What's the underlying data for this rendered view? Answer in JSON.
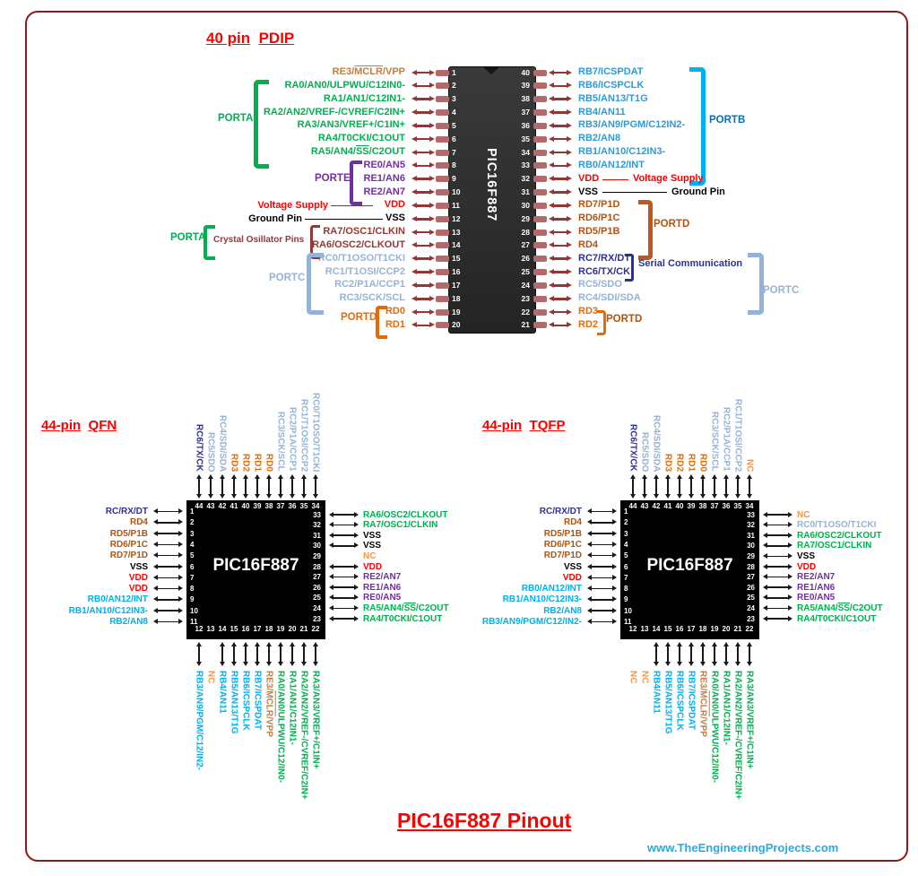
{
  "titles": {
    "pdip_1": "40 pin",
    "pdip_2": "PDIP",
    "qfn_1": "44-pin",
    "qfn_2": "QFN",
    "tqfp_1": "44-pin",
    "tqfp_2": "TQFP",
    "main": "PIC16F887 Pinout",
    "website": "www.TheEngineeringProjects.com"
  },
  "chip_name": "PIC16F887",
  "colors": {
    "green": "#00B050",
    "purple": "#7030A0",
    "red": "#FF0000",
    "black": "#000000",
    "maroon": "#953735",
    "steel": "#95B3D7",
    "cyan": "#00B0F0",
    "skyblue": "#2E9BD6",
    "navy": "#2E3192",
    "orange": "#E36C09",
    "brown": "#B4530F",
    "tan": "#C07F45",
    "nc": "#F79646",
    "portb_label": "#0070C0",
    "portd_bracket": "#C0571E",
    "arrow_maroon": "#943634",
    "arrow_black": "#1a1a1a",
    "stub": "#B26A6A",
    "chip_pdip": "#2e2e2e",
    "chip_black": "#000000",
    "url": "#29ABE2",
    "frame": "#8B1A1A",
    "title_red": "#FF0000"
  },
  "pdip": {
    "left_pins": [
      [
        1,
        "RE3/MCLR/VPP",
        "tan"
      ],
      [
        2,
        "RA0/AN0/ULPWU/C12IN0-",
        "green"
      ],
      [
        3,
        "RA1/AN1/C12IN1-",
        "green"
      ],
      [
        4,
        "RA2/AN2/VREF-/CVREF/C2IN+",
        "green"
      ],
      [
        5,
        "RA3/AN3/VREF+/C1IN+",
        "green"
      ],
      [
        6,
        "RA4/T0CKI/C1OUT",
        "green"
      ],
      [
        7,
        "RA5/AN4/SS/C2OUT",
        "green"
      ],
      [
        8,
        "RE0/AN5",
        "purple"
      ],
      [
        9,
        "RE1/AN6",
        "purple"
      ],
      [
        10,
        "RE2/AN7",
        "purple"
      ],
      [
        11,
        "VDD",
        "red"
      ],
      [
        12,
        "VSS",
        "black"
      ],
      [
        13,
        "RA7/OSC1/CLKIN",
        "maroon"
      ],
      [
        14,
        "RA6/OSC2/CLKOUT",
        "maroon"
      ],
      [
        15,
        "RC0/T1OSO/T1CKI",
        "steel"
      ],
      [
        16,
        "RC1/T1OSI/CCP2",
        "steel"
      ],
      [
        17,
        "RC2/P1A/CCP1",
        "steel"
      ],
      [
        18,
        "RC3/SCK/SCL",
        "steel"
      ],
      [
        19,
        "RD0",
        "orange"
      ],
      [
        20,
        "RD1",
        "orange"
      ]
    ],
    "right_pins": [
      [
        40,
        "RB7/ICSPDAT",
        "skyblue"
      ],
      [
        39,
        "RB6/ICSPCLK",
        "skyblue"
      ],
      [
        38,
        "RB5/AN13/T1G",
        "skyblue"
      ],
      [
        37,
        "RB4/AN11",
        "skyblue"
      ],
      [
        36,
        "RB3/AN9/PGM/C12IN2-",
        "skyblue"
      ],
      [
        35,
        "RB2/AN8",
        "skyblue"
      ],
      [
        34,
        "RB1/AN10/C12IN3-",
        "skyblue"
      ],
      [
        33,
        "RB0/AN12/INT",
        "skyblue"
      ],
      [
        32,
        "VDD",
        "red"
      ],
      [
        31,
        "VSS",
        "black"
      ],
      [
        30,
        "RD7/P1D",
        "brown"
      ],
      [
        29,
        "RD6/P1C",
        "brown"
      ],
      [
        28,
        "RD5/P1B",
        "brown"
      ],
      [
        27,
        "RD4",
        "brown"
      ],
      [
        26,
        "RC7/RX/DT",
        "navy"
      ],
      [
        25,
        "RC6/TX/CK",
        "navy"
      ],
      [
        24,
        "RC5/SDO",
        "steel"
      ],
      [
        23,
        "RC4/SDI/SDA",
        "steel"
      ],
      [
        22,
        "RD3",
        "orange"
      ],
      [
        21,
        "RD2",
        "orange"
      ]
    ],
    "left_groups": [
      {
        "label": "PORTA",
        "color": "green"
      },
      {
        "label": "PORTE",
        "color": "purple"
      },
      {
        "label": "PORTA",
        "color": "green"
      },
      {
        "label": "Crystal Osillator Pins",
        "color": "maroon"
      },
      {
        "label": "PORTC",
        "color": "steel"
      },
      {
        "label": "PORTD",
        "color": "orange"
      }
    ],
    "right_groups": [
      {
        "label": "PORTB",
        "color": "portb_label"
      },
      {
        "label": "PORTD",
        "color": "brown"
      },
      {
        "label": "Serial Communication",
        "color": "navy"
      },
      {
        "label": "PORTC",
        "color": "steel"
      },
      {
        "label": "PORTD",
        "color": "brown"
      }
    ],
    "annotations": {
      "voltage": {
        "text": "Voltage Supply",
        "color": "red"
      },
      "ground": {
        "text": "Ground Pin",
        "color": "black"
      }
    }
  },
  "qfn": {
    "top_nums": [
      44,
      43,
      42,
      41,
      40,
      39,
      38,
      37,
      36,
      35,
      34
    ],
    "left_nums": [
      1,
      2,
      3,
      4,
      5,
      6,
      7,
      8,
      9,
      10,
      11
    ],
    "right_nums": [
      33,
      32,
      31,
      30,
      29,
      28,
      27,
      26,
      25,
      24,
      23
    ],
    "bottom_nums": [
      12,
      13,
      14,
      15,
      16,
      17,
      18,
      19,
      20,
      21,
      22
    ],
    "top_pins": [
      [
        "RC6/TX/CK",
        "navy"
      ],
      [
        "RC5/SDO",
        "steel"
      ],
      [
        "RC4/SDI/SDA",
        "steel"
      ],
      [
        "RD3",
        "orange"
      ],
      [
        "RD2",
        "orange"
      ],
      [
        "RD1",
        "orange"
      ],
      [
        "RD0",
        "orange"
      ],
      [
        "RC3/SCK/SCL",
        "steel"
      ],
      [
        "RC2/P1A/CCP1",
        "steel"
      ],
      [
        "RC1/T1OSI/CCP2",
        "steel"
      ],
      [
        "RC0/T1OSO/T1CKI",
        "steel"
      ]
    ],
    "left_pins": [
      [
        "RC/RX/DT",
        "navy"
      ],
      [
        "RD4",
        "brown"
      ],
      [
        "RD5/P1B",
        "brown"
      ],
      [
        "RD6/P1C",
        "brown"
      ],
      [
        "RD7/P1D",
        "brown"
      ],
      [
        "VSS",
        "black"
      ],
      [
        "VDD",
        "red"
      ],
      [
        "VDD",
        "red"
      ],
      [
        "RB0/AN12/INT",
        "cyan"
      ],
      [
        "RB1/AN10/C12IN3-",
        "cyan"
      ],
      [
        "RB2/AN8",
        "cyan"
      ]
    ],
    "right_pins": [
      [
        "RA6/OSC2/CLKOUT",
        "green"
      ],
      [
        "RA7/OSC1/CLKIN",
        "green"
      ],
      [
        "VSS",
        "black"
      ],
      [
        "VSS",
        "black"
      ],
      [
        "NC",
        "nc",
        false
      ],
      [
        "VDD",
        "red"
      ],
      [
        "RE2/AN7",
        "purple"
      ],
      [
        "RE1/AN6",
        "purple"
      ],
      [
        "RE0/AN5",
        "purple"
      ],
      [
        "RA5/AN4/SS/C2OUT",
        "green"
      ],
      [
        "RA4/T0CKI/C1OUT",
        "green"
      ]
    ],
    "bottom_pins": [
      [
        "RB3/AN9/PGM/C12/IN2-",
        "cyan"
      ],
      [
        "NC",
        "nc",
        false
      ],
      [
        "RB4/AN11",
        "cyan"
      ],
      [
        "RB5/AN13/T1G",
        "cyan"
      ],
      [
        "RB6/ICSPCLK",
        "cyan"
      ],
      [
        "RB7/ICSPDAT",
        "cyan"
      ],
      [
        "RE3/MCLR/VPP",
        "tan"
      ],
      [
        "RA0/AN0/ULPWU/C12/IN0-",
        "green"
      ],
      [
        "RA1/AN1/C12IN1-",
        "green"
      ],
      [
        "RA2/AN2/VREF-/CVREF/C2IN+",
        "green"
      ],
      [
        "RA3/AN3/VREF+/C1IN+",
        "green"
      ]
    ]
  },
  "tqfp": {
    "top_nums": [
      44,
      43,
      42,
      41,
      40,
      39,
      38,
      37,
      36,
      35,
      34
    ],
    "left_nums": [
      1,
      2,
      3,
      4,
      5,
      6,
      7,
      8,
      9,
      10,
      11
    ],
    "right_nums": [
      33,
      32,
      31,
      30,
      29,
      28,
      27,
      26,
      25,
      24,
      23
    ],
    "bottom_nums": [
      12,
      13,
      14,
      15,
      16,
      17,
      18,
      19,
      20,
      21,
      22
    ],
    "top_pins": [
      [
        "RC6/TX/CK",
        "navy"
      ],
      [
        "RC5/SDO",
        "steel"
      ],
      [
        "RC4/SDI/SDA",
        "steel"
      ],
      [
        "RD3",
        "orange"
      ],
      [
        "RD2",
        "orange"
      ],
      [
        "RD1",
        "orange"
      ],
      [
        "RD0",
        "orange"
      ],
      [
        "RC3/SCK/SCL",
        "steel"
      ],
      [
        "RC2/P1A/CCP1",
        "steel"
      ],
      [
        "RC1/T1OSI/CCP2",
        "steel"
      ],
      [
        "NC",
        "nc"
      ]
    ],
    "left_pins": [
      [
        "RC/RX/DT",
        "navy"
      ],
      [
        "RD4",
        "brown"
      ],
      [
        "RD5/P1B",
        "brown"
      ],
      [
        "RD6/P1C",
        "brown"
      ],
      [
        "RD7/P1D",
        "brown"
      ],
      [
        "VSS",
        "black"
      ],
      [
        "VDD",
        "red"
      ],
      [
        "RB0/AN12/INT",
        "cyan"
      ],
      [
        "RB1/AN10/C12IN3-",
        "cyan"
      ],
      [
        "RB2/AN8",
        "cyan"
      ],
      [
        "RB3/AN9/PGM/C12/IN2-",
        "cyan"
      ]
    ],
    "right_pins": [
      [
        "NC",
        "nc"
      ],
      [
        "RC0/T1OSO/T1CKI",
        "steel"
      ],
      [
        "RA6/OSC2/CLKOUT",
        "green"
      ],
      [
        "RA7/OSC1/CLKIN",
        "green"
      ],
      [
        "VSS",
        "black"
      ],
      [
        "VDD",
        "red"
      ],
      [
        "RE2/AN7",
        "purple"
      ],
      [
        "RE1/AN6",
        "purple"
      ],
      [
        "RE0/AN5",
        "purple"
      ],
      [
        "RA5/AN4/SS/C2OUT",
        "green"
      ],
      [
        "RA4/T0CKI/C1OUT",
        "green"
      ]
    ],
    "bottom_pins": [
      [
        "NC",
        "nc",
        false
      ],
      [
        "NC",
        "nc",
        false
      ],
      [
        "RB4/AN11",
        "cyan"
      ],
      [
        "RB5/AN13/T1G",
        "cyan"
      ],
      [
        "RB6/ICSPCLK",
        "cyan"
      ],
      [
        "RB7/ICSPDAT",
        "cyan"
      ],
      [
        "RE3/MCLR/VPP",
        "tan"
      ],
      [
        "RA0/AN0/ULPWU/C12/IN0-",
        "green"
      ],
      [
        "RA1/AN1/C12IN1-",
        "green"
      ],
      [
        "RA2/AN2/VREF-/CVREF/C2IN+",
        "green"
      ],
      [
        "RA3/AN3/VREF+/C1IN+",
        "green"
      ]
    ]
  }
}
